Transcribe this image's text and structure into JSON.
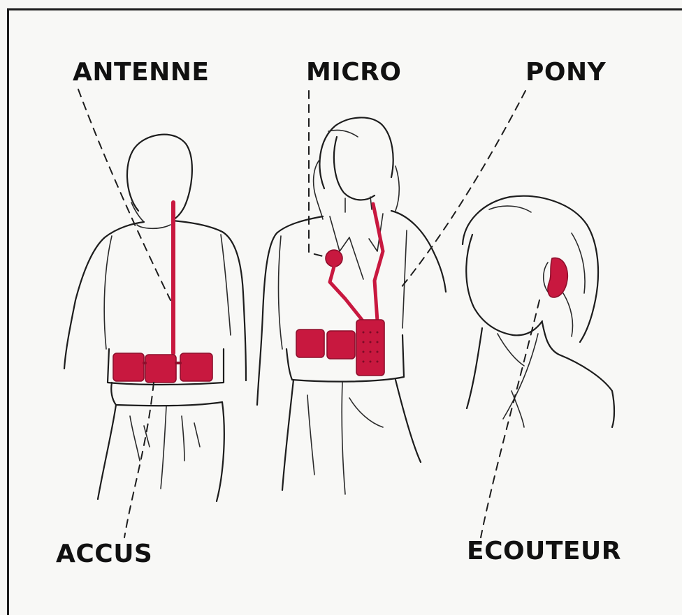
{
  "labels": {
    "antenne": "ANTENNE",
    "micro": "MICRO",
    "pony": "PONY",
    "accus": "ACCUS",
    "ecouteur": "ECOUTEUR"
  },
  "colors": {
    "equipment": "#c8183f",
    "ink": "#1d1d1d",
    "paper": "#f8f8f6"
  }
}
